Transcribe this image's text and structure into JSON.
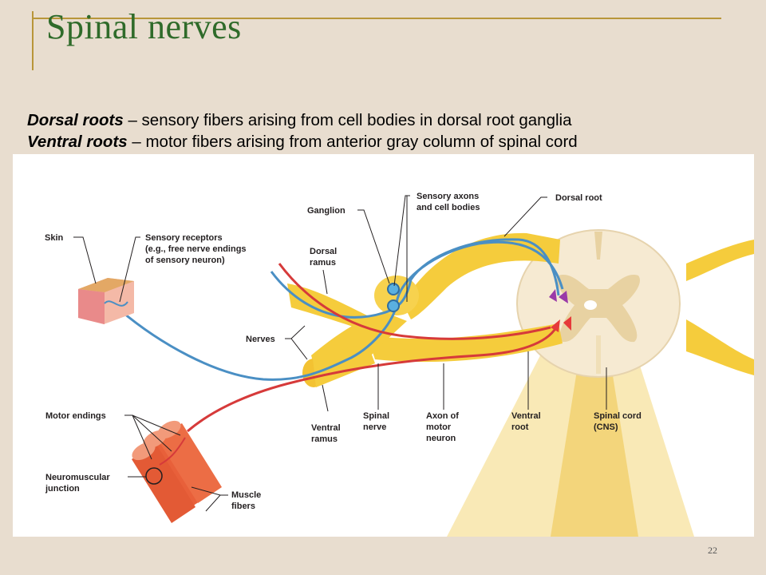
{
  "slide": {
    "title": "Spinal nerves",
    "bullets": [
      {
        "term": "Dorsal roots",
        "text": " – sensory fibers arising from cell bodies in dorsal root ganglia"
      },
      {
        "term": "Ventral roots",
        "text": " – motor fibers arising from anterior gray column of spinal cord"
      }
    ],
    "page_number": "22"
  },
  "diagram": {
    "labels": {
      "skin": "Skin",
      "sensory_receptors": [
        "Sensory receptors",
        "(e.g., free nerve endings",
        "of sensory neuron)"
      ],
      "ganglion": "Ganglion",
      "sensory_axons": [
        "Sensory axons",
        "and cell bodies"
      ],
      "dorsal_root": "Dorsal root",
      "dorsal_ramus": [
        "Dorsal",
        "ramus"
      ],
      "nerves": "Nerves",
      "motor_endings": "Motor endings",
      "neuromuscular_junction": [
        "Neuromuscular",
        "junction"
      ],
      "muscle_fibers": [
        "Muscle",
        "fibers"
      ],
      "ventral_ramus": [
        "Ventral",
        "ramus"
      ],
      "spinal_nerve": [
        "Spinal",
        "nerve"
      ],
      "axon_motor_neuron": [
        "Axon of",
        "motor",
        "neuron"
      ],
      "ventral_root": [
        "Ventral",
        "root"
      ],
      "spinal_cord": [
        "Spinal cord",
        "(CNS)"
      ]
    },
    "colors": {
      "nerve": "#f5cc3c",
      "nerve_light": "#fbe58a",
      "sensory_fiber": "#4a8fc4",
      "motor_fiber": "#d63a3a",
      "cord_white": "#f6ead2",
      "cord_gray": "#e0c89a",
      "muscle": "#e8603a"
    }
  }
}
